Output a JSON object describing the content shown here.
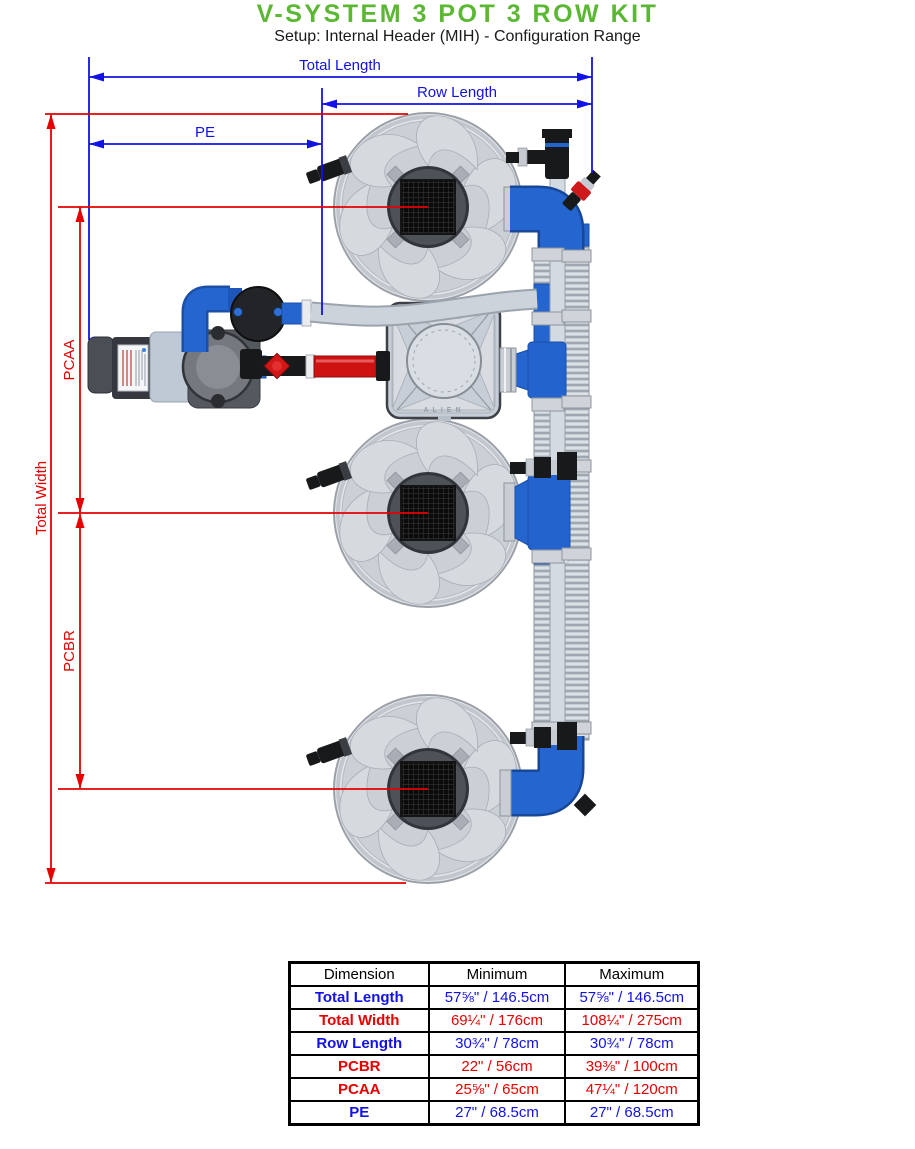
{
  "header": {
    "title": "V-SYSTEM 3 POT 3 ROW KIT",
    "subtitle": "Setup: Internal Header (MIH) - Configuration Range"
  },
  "colors": {
    "title_green": "#5BB832",
    "dimension_blue": "#1212E6",
    "dimension_red": "#E60000",
    "pipe_blue": "#2565CF",
    "pipe_red": "#CE1212",
    "pot_grey": "#CBCFD6",
    "valve_black": "#17191B",
    "hose_silver": "#C6CDD5"
  },
  "diagram": {
    "labels": {
      "total_length": "Total Length",
      "row_length": "Row Length",
      "pe": "PE",
      "total_width": "Total Width",
      "pcaa": "PCAA",
      "pcbr": "PCBR"
    },
    "tank_brand": "ALIEN",
    "pot_count": 3,
    "row_count": 3
  },
  "table": {
    "columns": [
      "Dimension",
      "Minimum",
      "Maximum"
    ],
    "rows": [
      {
        "dimension": "Total Length",
        "min": "57⅝\" / 146.5cm",
        "max": "57⅝\" / 146.5cm",
        "color": "blue"
      },
      {
        "dimension": "Total Width",
        "min": "69¼\" / 176cm",
        "max": "108¼\" / 275cm",
        "color": "red"
      },
      {
        "dimension": "Row Length",
        "min": "30¾\" / 78cm",
        "max": "30¾\" / 78cm",
        "color": "blue"
      },
      {
        "dimension": "PCBR",
        "min": "22\" / 56cm",
        "max": "39⅜\" / 100cm",
        "color": "red"
      },
      {
        "dimension": "PCAA",
        "min": "25⅝\" / 65cm",
        "max": "47¼\" / 120cm",
        "color": "red"
      },
      {
        "dimension": "PE",
        "min": "27\" / 68.5cm",
        "max": "27\" / 68.5cm",
        "color": "blue"
      }
    ]
  }
}
